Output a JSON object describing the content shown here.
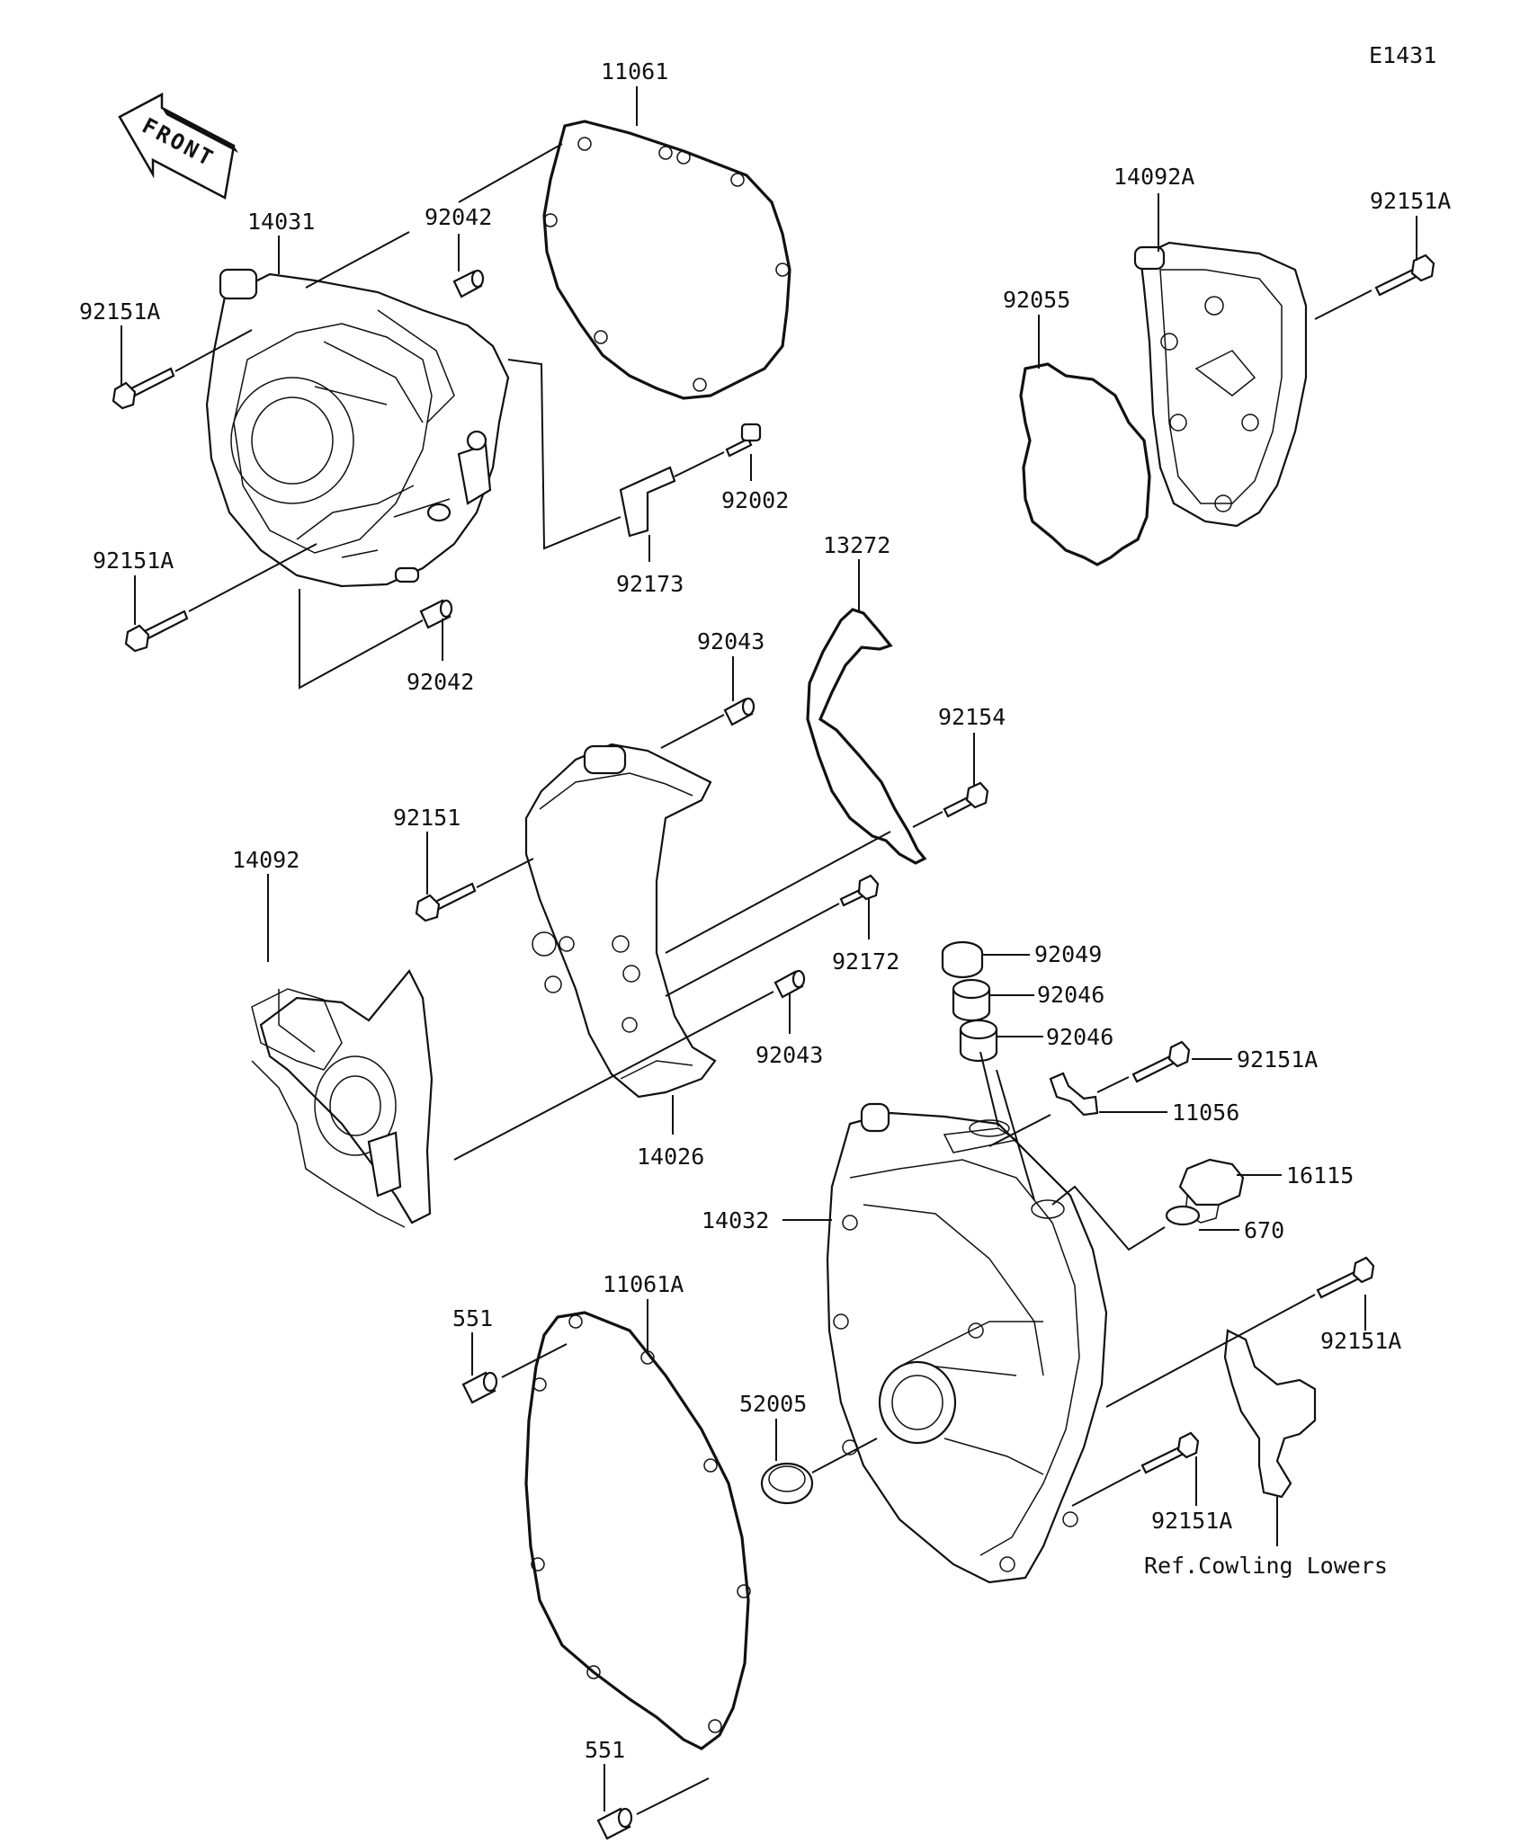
{
  "diagram_id": "E1431",
  "front_arrow_text": "FRONT",
  "callouts": {
    "p11061": "11061",
    "p14031": "14031",
    "p92042_top": "92042",
    "p92151A_1": "92151A",
    "p92151A_2": "92151A",
    "p92002": "92002",
    "p92173": "92173",
    "p92042_bottom": "92042",
    "p14092A": "14092A",
    "p92151A_3": "92151A",
    "p92055": "92055",
    "p13272": "13272",
    "p92043_top": "92043",
    "p92154": "92154",
    "p92151": "92151",
    "p14092": "14092",
    "p92172": "92172",
    "p92043_bottom": "92043",
    "p14026": "14026",
    "p92049": "92049",
    "p92046_a": "92046",
    "p92046_b": "92046",
    "p92151A_4": "92151A",
    "p11056": "11056",
    "p16115": "16115",
    "p14032": "14032",
    "p670": "670",
    "p11061A": "11061A",
    "p551_top": "551",
    "p92151A_5": "92151A",
    "p52005": "52005",
    "p92151A_6": "92151A",
    "p551_bottom": "551"
  },
  "reference_note": "Ref.Cowling Lowers"
}
